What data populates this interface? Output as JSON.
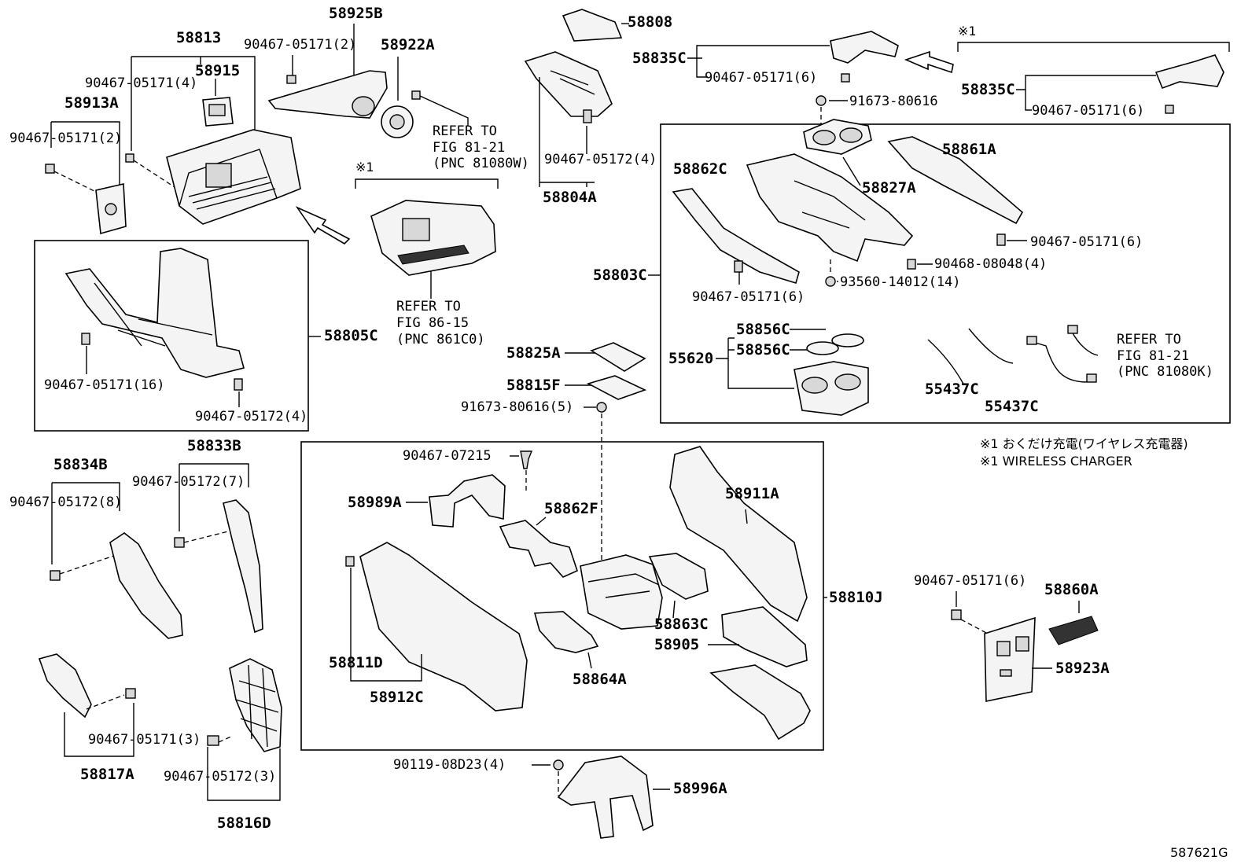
{
  "diagram": {
    "figure_id": "587621G",
    "notes": {
      "note1_jp": "※1 おくだけ充電(ワイヤレス充電器)",
      "note1_en": "※1 WIRELESS CHARGER",
      "mark": "※1"
    },
    "labels": {
      "p58925B": "58925B",
      "p58813": "58813",
      "c90467_05171_2a": "90467-05171(2)",
      "p58922A": "58922A",
      "p58915": "58915",
      "c90467_05171_4": "90467-05171(4)",
      "p58913A": "58913A",
      "c90467_05171_2b": "90467-05171(2)",
      "ref81_21w_1": "REFER TO",
      "ref81_21w_2": "FIG 81-21",
      "ref81_21w_3": "(PNC 81080W)",
      "p58808": "58808",
      "c90467_05172_4a": "90467-05172(4)",
      "p58804A": "58804A",
      "p58835C_top": "58835C",
      "c90467_05171_6a": "90467-05171(6)",
      "p58835C_right": "58835C",
      "c90467_05171_6b": "90467-05171(6)",
      "c91673_80616": "91673-80616",
      "p58861A": "58861A",
      "p58862C": "58862C",
      "p58827A": "58827A",
      "c90467_05171_6c": "90467-05171(6)",
      "c90468_08048_4": "90468-08048(4)",
      "p58803C": "58803C",
      "c90467_05171_6d": "90467-05171(6)",
      "c93560_14012_14": "93560-14012(14)",
      "ref86_15_1": "REFER TO",
      "ref86_15_2": "FIG 86-15",
      "ref86_15_3": "(PNC 861C0)",
      "p58805C": "58805C",
      "c90467_05171_16": "90467-05171(16)",
      "c90467_05172_4b": "90467-05172(4)",
      "p58825A": "58825A",
      "p58815F": "58815F",
      "c91673_80616_5": "91673-80616(5)",
      "p58856C_a": "58856C",
      "p58856C_b": "58856C",
      "p55620": "55620",
      "p55437C_a": "55437C",
      "p55437C_b": "55437C",
      "ref81_21k_1": "REFER TO",
      "ref81_21k_2": "FIG 81-21",
      "ref81_21k_3": "(PNC 81080K)",
      "p58834B": "58834B",
      "p58833B": "58833B",
      "c90467_05172_7": "90467-05172(7)",
      "c90467_05172_8": "90467-05172(8)",
      "c90467_07215": "90467-07215",
      "p58989A": "58989A",
      "p58862F": "58862F",
      "p58911A": "58911A",
      "p58810J": "58810J",
      "c90467_05171_6e": "90467-05171(6)",
      "p58860A": "58860A",
      "p58923A": "58923A",
      "p58863C": "58863C",
      "p58905": "58905",
      "p58811D": "58811D",
      "p58912C": "58912C",
      "p58864A": "58864A",
      "c90467_05171_3": "90467-05171(3)",
      "p58817A": "58817A",
      "c90467_05172_3": "90467-05172(3)",
      "p58816D": "58816D",
      "c90119_08D23_4": "90119-08D23(4)",
      "p58996A": "58996A"
    }
  }
}
